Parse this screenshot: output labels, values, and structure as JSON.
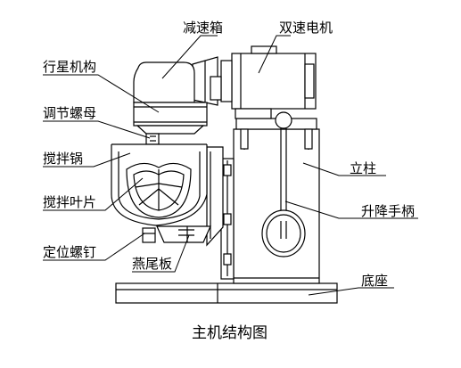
{
  "diagram": {
    "caption": "主机结构图",
    "labels": {
      "reducer_box": "减速箱",
      "dual_speed_motor": "双速电机",
      "planetary_mechanism": "行星机构",
      "adjusting_nut": "调节螺母",
      "mixing_bowl": "搅拌锅",
      "column": "立柱",
      "mixing_blade": "搅拌叶片",
      "lifting_handle": "升降手柄",
      "locating_screw": "定位螺钉",
      "dovetail_plate": "燕尾板",
      "base": "底座"
    }
  }
}
